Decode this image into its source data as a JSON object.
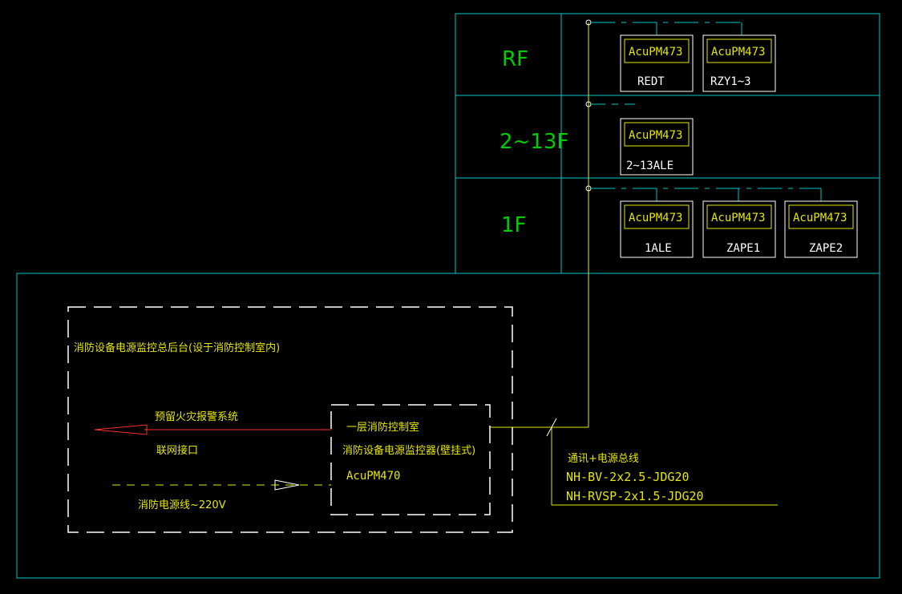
{
  "floors": [
    {
      "label": "RF"
    },
    {
      "label": "2~13F"
    },
    {
      "label": "1F"
    }
  ],
  "meters": [
    {
      "model": "AcuPM473",
      "name": "REDT"
    },
    {
      "model": "AcuPM473",
      "name": "RZY1~3"
    },
    {
      "model": "AcuPM473",
      "name": "2~13ALE"
    },
    {
      "model": "AcuPM473",
      "name": "1ALE"
    },
    {
      "model": "AcuPM473",
      "name": "ZAPE1"
    },
    {
      "model": "AcuPM473",
      "name": "ZAPE2"
    }
  ],
  "backend": {
    "title": "消防设备电源监控总后台(设于消防控制室内)",
    "fire_alarm_label": "预留火灾报警系统",
    "interface_label": "联网接口",
    "power_line_label": "消防电源线~220V"
  },
  "monitor": {
    "room": "一层消防控制室",
    "device": "消防设备电源监控器(壁挂式)",
    "model": "AcuPM470"
  },
  "bus": {
    "title": "通讯+电源总线",
    "cable1": "NH-BV-2x2.5-JDG20",
    "cable2": "NH-RVSP-2x1.5-JDG20"
  },
  "colors": {
    "background": "#000000",
    "grid": "#00c8c8",
    "wire": "#e6e600",
    "floor_text": "#00cc00",
    "alarm_arrow": "#ff3030",
    "box": "#ffffff"
  }
}
